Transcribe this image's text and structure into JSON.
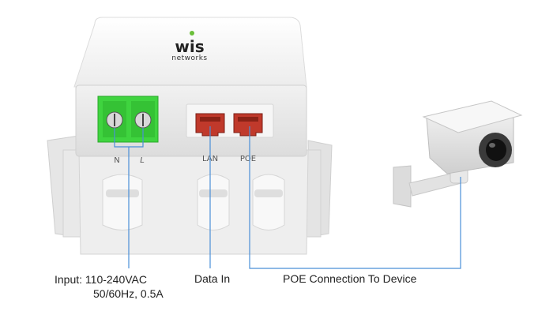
{
  "brand": {
    "logo_main": "wis",
    "logo_sub": "networks"
  },
  "ports": {
    "terminal_n": "N",
    "terminal_l": "L",
    "lan": "LAN",
    "poe": "POE"
  },
  "callouts": {
    "input_line1": "Input: 110-240VAC",
    "input_line2": "50/60Hz, 0.5A",
    "data_in": "Data In",
    "poe_connection": "POE Connection To Device"
  },
  "colors": {
    "callout_line": "#4a8fd8",
    "terminal_green": "#3fd43f",
    "port_red": "#c0392b",
    "logo_leaf": "#6abf3a"
  },
  "icons": {
    "device": "poe-injector-device",
    "camera": "cctv-camera-icon"
  }
}
